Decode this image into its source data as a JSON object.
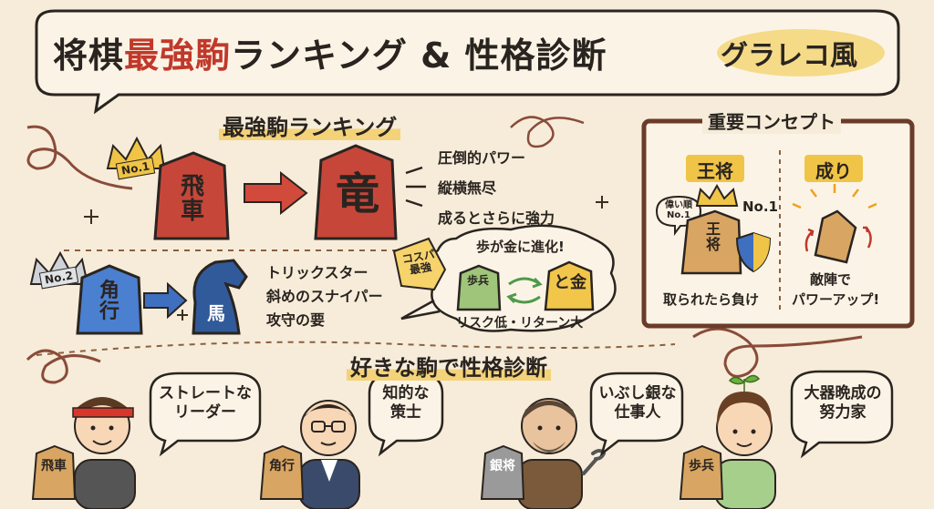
{
  "title": {
    "part1": "将棋",
    "part2": "最強駒",
    "part3": "ランキング & 性格診断",
    "badge": "グラレコ風"
  },
  "ranking": {
    "heading": "最強駒ランキング",
    "no1": {
      "rank": "No.1",
      "from": "飛車",
      "to": "竜",
      "points": [
        "圧倒的パワー",
        "縦横無尽",
        "成るとさらに強力"
      ]
    },
    "no2": {
      "rank": "No.2",
      "from": "角行",
      "to": "馬",
      "points": [
        "トリックスター",
        "斜めのスナイパー",
        "攻守の要"
      ]
    },
    "promo": {
      "tag": "コスパ最強",
      "line": "歩が金に進化!",
      "from": "歩兵",
      "to": "と金",
      "caption": "リスク低・リターン大"
    }
  },
  "concepts": {
    "heading": "重要コンセプト",
    "king": {
      "label": "王将",
      "badge": "偉い順No.1",
      "rank": "No.1",
      "piece": "王将",
      "caption": "取られたら負け"
    },
    "promote": {
      "label": "成り",
      "caption1": "敵陣で",
      "caption2": "パワーアップ!"
    }
  },
  "personality": {
    "heading": "好きな駒で性格診断",
    "people": [
      {
        "piece": "飛車",
        "text1": "ストレートな",
        "text2": "リーダー"
      },
      {
        "piece": "角行",
        "text1": "知的な",
        "text2": "策士"
      },
      {
        "piece": "銀将",
        "text1": "いぶし銀な",
        "text2": "仕事人"
      },
      {
        "piece": "歩兵",
        "text1": "大器晩成の",
        "text2": "努力家"
      }
    ]
  },
  "colors": {
    "bg": "#f6ecd9",
    "red": "#c0392b",
    "blue": "#3f6fbf",
    "gold": "#e9b93a",
    "wood": "#d9a562"
  }
}
